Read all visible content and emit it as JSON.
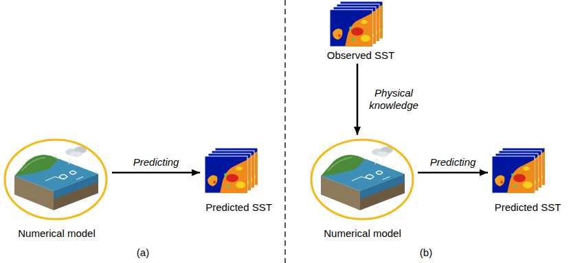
{
  "diagram": {
    "nodes": [
      {
        "text": [
          "Numerical model"
        ]
      },
      {
        "text": [
          "Predicted SST"
        ]
      },
      {
        "text": [
          "Observed SST"
        ]
      },
      {
        "text": [
          "Numerical model"
        ]
      },
      {
        "text": [
          "Predicted SST"
        ]
      }
    ],
    "edges": [
      {
        "from": 0,
        "to": 1,
        "arrow": "to",
        "label": "Predicting"
      },
      {
        "from": 2,
        "to": 3,
        "arrow": "to",
        "label": "Physical knowledge"
      },
      {
        "from": 3,
        "to": 4,
        "arrow": "to",
        "label": "Predicting"
      }
    ],
    "labels": [
      "(a)",
      "(b)"
    ]
  }
}
